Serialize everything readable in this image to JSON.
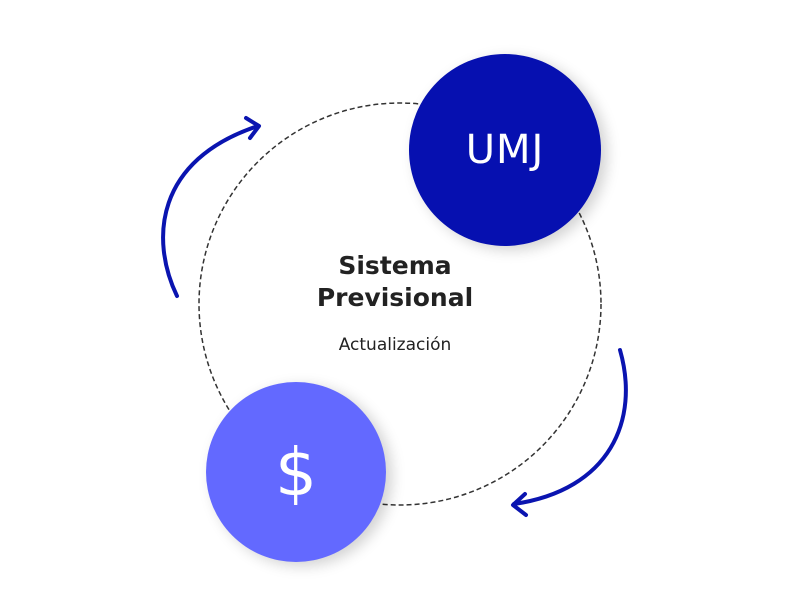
{
  "diagram": {
    "title_line1": "Sistema",
    "title_line2": "Previsional",
    "subtitle": "Actualización",
    "node_umj": "UMJ",
    "node_money": "$",
    "colors": {
      "umj": "#0610b0",
      "money": "#6369ff",
      "arrows": "#0a14b0",
      "dashed_ring": "#333333"
    }
  }
}
